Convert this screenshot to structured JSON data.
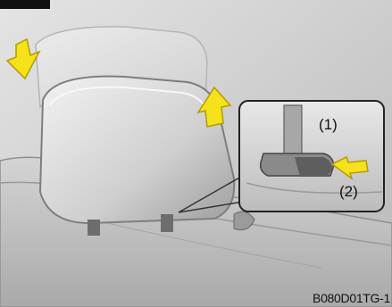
{
  "callouts": {
    "label_1": "(1)",
    "label_2": "(2)"
  },
  "figure_code": "B080D01TG-1",
  "colors": {
    "arrow": "#f5e21a",
    "arrow_edge": "#b49a00",
    "background": "#c9c9c9"
  },
  "icons": {
    "down_arrow": "down-arrow-icon",
    "up_arrow": "up-arrow-icon",
    "push_arrow": "left-arrow-icon"
  }
}
